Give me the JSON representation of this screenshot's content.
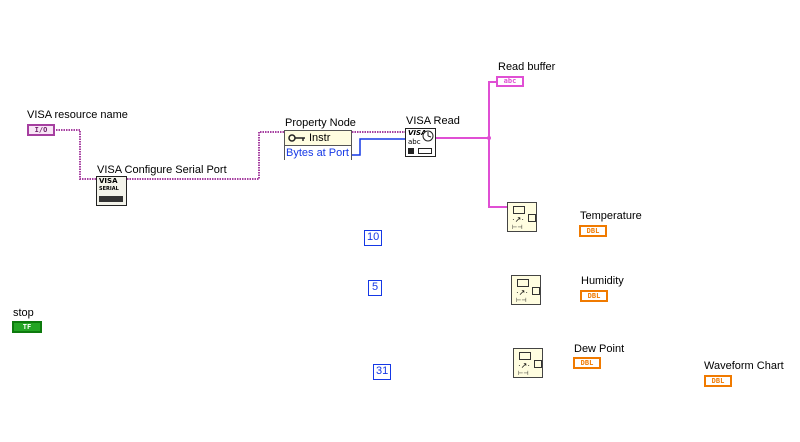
{
  "labels": {
    "visa_resource_name": "VISA resource name",
    "visa_configure": "VISA Configure Serial Port",
    "property_node": "Property Node",
    "visa_read": "VISA Read",
    "read_buffer": "Read buffer",
    "temperature": "Temperature",
    "humidity": "Humidity",
    "dew_point": "Dew Point",
    "waveform_chart": "Waveform Chart",
    "stop": "stop"
  },
  "terminals": {
    "visa": "I/O",
    "string": "abc",
    "dbl": "DBL",
    "bool": "TF"
  },
  "property_node": {
    "class": "Instr",
    "property": "Bytes at Port"
  },
  "visa_read_glyph": "abc",
  "configure_glyph": {
    "top": "VISA",
    "mid": "SERIAL"
  },
  "constants": {
    "c1": "10",
    "c2": "5",
    "c3": "31"
  },
  "colors": {
    "visa_wire": "#a63fa0",
    "string_wire": "#e04fd4",
    "int_wire": "#1538e6",
    "dbl_terminal": "#f07a00",
    "bool_terminal": "#0d7a0d"
  },
  "icons": [
    "visa-terminal-icon",
    "string-indicator-icon",
    "dbl-indicator-icon",
    "boolean-control-icon",
    "subvi-icon"
  ]
}
